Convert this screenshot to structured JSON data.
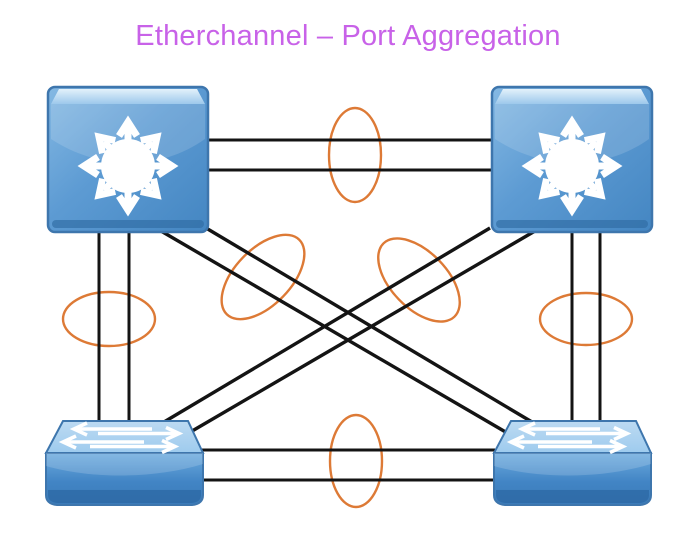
{
  "title": {
    "text": "Etherchannel – Port Aggregation"
  },
  "colors": {
    "background": "#ffffff",
    "title": "#c862e8",
    "link": "#141414",
    "channel": "#dd7a36",
    "switch_border": "#3e76ad",
    "switch_blue": "#5d9bd3",
    "glyph": "#ffffff"
  },
  "diagram": {
    "nodes": [
      {
        "id": "multilayer-switch-top-left",
        "type": "multilayer-switch",
        "icon": "multilayer-switch-icon"
      },
      {
        "id": "multilayer-switch-top-right",
        "type": "multilayer-switch",
        "icon": "multilayer-switch-icon"
      },
      {
        "id": "access-switch-bottom-left",
        "type": "workgroup-switch",
        "icon": "workgroup-switch-icon"
      },
      {
        "id": "access-switch-bottom-right",
        "type": "workgroup-switch",
        "icon": "workgroup-switch-icon"
      }
    ],
    "links": [
      {
        "id": "top-etherchannel",
        "from": "multilayer-switch-top-left",
        "to": "multilayer-switch-top-right",
        "cables": 2,
        "aggregated": true
      },
      {
        "id": "left-etherchannel",
        "from": "multilayer-switch-top-left",
        "to": "access-switch-bottom-left",
        "cables": 2,
        "aggregated": true
      },
      {
        "id": "right-etherchannel",
        "from": "multilayer-switch-top-right",
        "to": "access-switch-bottom-right",
        "cables": 2,
        "aggregated": true
      },
      {
        "id": "bottom-etherchannel",
        "from": "access-switch-bottom-left",
        "to": "access-switch-bottom-right",
        "cables": 2,
        "aggregated": true
      },
      {
        "id": "cross-etherchannel-left",
        "from": "multilayer-switch-top-left",
        "to": "access-switch-bottom-right",
        "cables": 2,
        "aggregated": true
      },
      {
        "id": "cross-etherchannel-right",
        "from": "multilayer-switch-top-right",
        "to": "access-switch-bottom-left",
        "cables": 2,
        "aggregated": true
      }
    ]
  }
}
